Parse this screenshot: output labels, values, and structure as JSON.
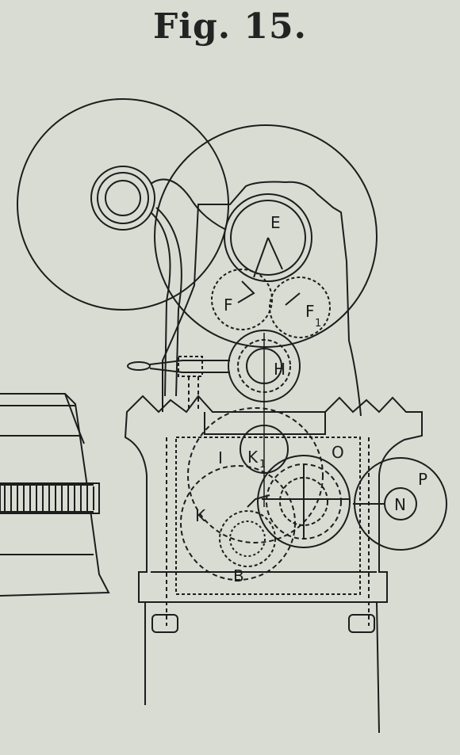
{
  "figure": {
    "title": "Fig. 15."
  },
  "labels": {
    "E": "E",
    "F": "F",
    "F1": "F",
    "F1_sub": "1",
    "H": "H",
    "I": "I",
    "K1": "K",
    "K1_sub": "1",
    "O": "O",
    "K": "K",
    "N": "N",
    "P": "P",
    "B": "B"
  },
  "colors": {
    "paper": "#d9dcd3",
    "ink": "#1d1d1d"
  }
}
